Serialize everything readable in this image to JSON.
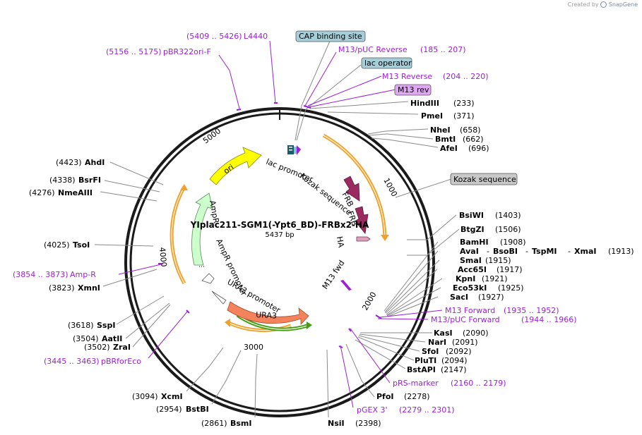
{
  "credit": {
    "prefix": "Created by",
    "brand": "SnapGene"
  },
  "plasmid": {
    "name": "YIplac211-SGM1(-Ypt6_BD)-FRBx2-HA",
    "length": "5437 bp"
  },
  "ticks": [
    "1000",
    "2000",
    "3000",
    "4000",
    "5000"
  ],
  "features": {
    "ori": "ori",
    "ura3": "URA3",
    "frb1": "FRB",
    "frb2": "FRB",
    "ha": "HA",
    "ampr": "AmpR",
    "lac_promoter": "lac promoter",
    "kozak": "Kozak sequence",
    "ampr_promoter": "AmpR promoter",
    "ura3_promoter": "URA3 promoter",
    "m13fwd": "M13 fwd"
  },
  "boxes": {
    "cap": "CAP binding site",
    "lac_op": "lac operator",
    "m13rev": "M13 rev",
    "kozak": "Kozak sequence"
  },
  "sites": {
    "hindiii": {
      "name": "HindIII",
      "pos": "(233)"
    },
    "pmei": {
      "name": "PmeI",
      "pos": "(371)"
    },
    "nhei": {
      "name": "NheI",
      "pos": "(658)"
    },
    "bmti": {
      "name": "BmtI",
      "pos": "(662)"
    },
    "afei": {
      "name": "AfeI",
      "pos": "(696)"
    },
    "bsiwi": {
      "name": "BsiWI",
      "pos": "(1403)"
    },
    "btgzi": {
      "name": "BtgZI",
      "pos": "(1506)"
    },
    "bamhi": {
      "name": "BamHI",
      "pos": "(1908)"
    },
    "avai": {
      "name": "AvaI",
      "pos": ""
    },
    "bsobi": {
      "name": "BsoBI",
      "pos": ""
    },
    "tspmi": {
      "name": "TspMI",
      "pos": ""
    },
    "xmai": {
      "name": "XmaI",
      "pos": "(1913)"
    },
    "smai": {
      "name": "SmaI",
      "pos": "(1915)"
    },
    "acc65i": {
      "name": "Acc65I",
      "pos": "(1917)"
    },
    "kpni": {
      "name": "KpnI",
      "pos": "(1921)"
    },
    "eco53ki": {
      "name": "Eco53kI",
      "pos": "(1925)"
    },
    "saci": {
      "name": "SacI",
      "pos": "(1927)"
    },
    "kasi": {
      "name": "KasI",
      "pos": "(2090)"
    },
    "nari": {
      "name": "NarI",
      "pos": "(2091)"
    },
    "sfoi": {
      "name": "SfoI",
      "pos": "(2092)"
    },
    "pluti": {
      "name": "PluTI",
      "pos": "(2094)"
    },
    "bstapi": {
      "name": "BstAPI",
      "pos": "(2147)"
    },
    "pfoi": {
      "name": "PfoI",
      "pos": "(2278)"
    },
    "nsii": {
      "name": "NsiI",
      "pos": "(2398)"
    },
    "bsmi": {
      "name": "BsmI",
      "pos": "(2861)"
    },
    "bstbi": {
      "name": "BstBI",
      "pos": "(2954)"
    },
    "xcmi": {
      "name": "XcmI",
      "pos": "(3094)"
    },
    "zrai": {
      "name": "ZraI",
      "pos": "(3502)"
    },
    "aatii": {
      "name": "AatII",
      "pos": "(3504)"
    },
    "sspi": {
      "name": "SspI",
      "pos": "(3618)"
    },
    "xmni": {
      "name": "XmnI",
      "pos": "(3823)"
    },
    "tsoi": {
      "name": "TsoI",
      "pos": "(4025)"
    },
    "nmeaiii": {
      "name": "NmeAIII",
      "pos": "(4276)"
    },
    "bsrfi": {
      "name": "BsrFI",
      "pos": "(4338)"
    },
    "ahdi": {
      "name": "AhdI",
      "pos": "(4423)"
    }
  },
  "primers": {
    "l4440": {
      "range": "(5409 .. 5426)",
      "name": "L4440"
    },
    "pbr322": {
      "range": "(5156 .. 5175)",
      "name": "pBR322ori-F"
    },
    "m13puc_rev": {
      "name": "M13/pUC Reverse",
      "range": "(185 .. 207)"
    },
    "m13_reverse": {
      "name": "M13 Reverse",
      "range": "(204 .. 220)"
    },
    "m13_forward": {
      "name": "M13 Forward",
      "range": "(1935 .. 1952)"
    },
    "m13puc_fwd": {
      "name": "M13/pUC Forward",
      "range": "(1944 .. 1966)"
    },
    "prs": {
      "name": "pRS-marker",
      "range": "(2160 .. 2179)"
    },
    "pgex": {
      "name": "pGEX 3'",
      "range": "(2279 .. 2301)"
    },
    "ampr_primer": {
      "range": "(3854 .. 3873)",
      "name": "Amp-R"
    },
    "pbrforeco": {
      "range": "(3445 .. 3463)",
      "name": "pBRforEco"
    }
  },
  "colors": {
    "ori": "#ffff00",
    "ura3": "#f4825d",
    "frb": "#9c2a61",
    "ampr": "#ccffcc",
    "orange_arc": "#f0a030",
    "green_arc": "#4a9a1a",
    "primer": "#9b1fd6",
    "box_blue": "#a6ced9",
    "box_purple": "#dfa6f2",
    "box_gray": "#c8c8c8"
  }
}
